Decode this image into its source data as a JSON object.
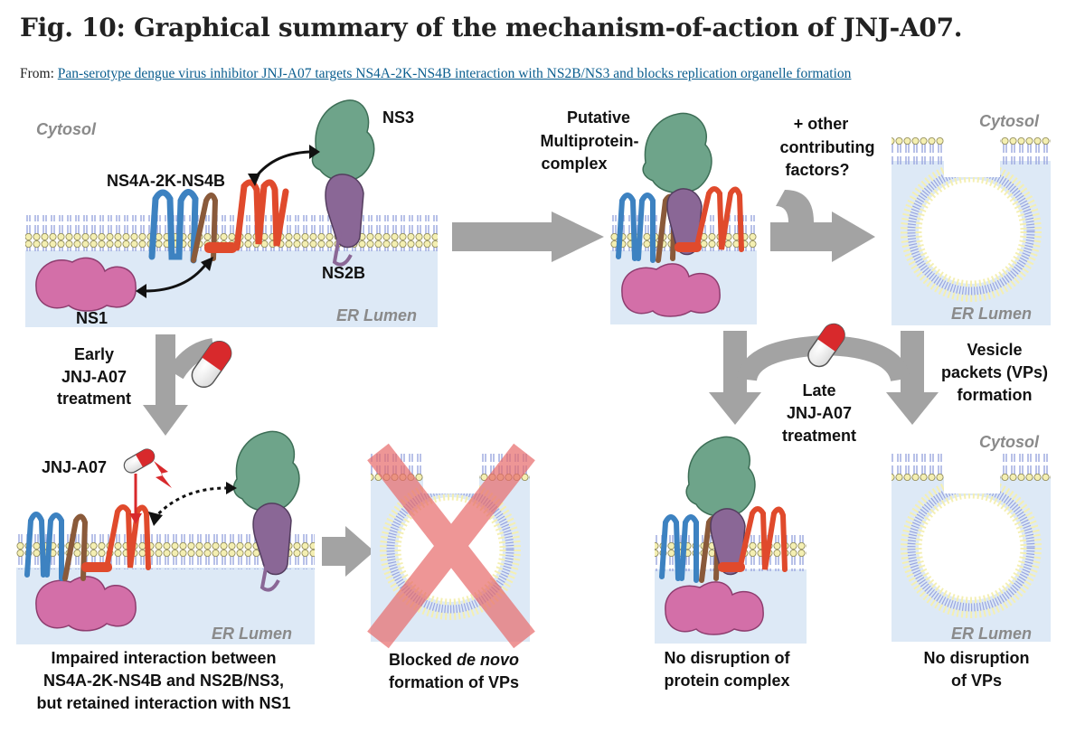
{
  "figure": {
    "title": "Fig. 10: Graphical summary of the mechanism-of-action of JNJ-A07.",
    "from_label": "From:",
    "source_link": "Pan-serotype dengue virus inhibitor JNJ-A07 targets NS4A-2K-NS4B interaction with NS2B/NS3 and blocks replication organelle formation"
  },
  "colors": {
    "lumen_bg": "#dde9f6",
    "lipid_head": "#f4efb2",
    "lipid_tail": "#9aa6df",
    "ns1": "#d36fa8",
    "ns3": "#6ea48a",
    "ns2b": "#8a6796",
    "ns4a_blue": "#3d82c1",
    "ns4b_red": "#e04a2c",
    "arrow_grey": "#a3a3a3",
    "cross_red": "#e86b6b",
    "pill_red": "#d8292c"
  },
  "labels": {
    "cytosol_1": "Cytosol",
    "er_lumen_1": "ER Lumen",
    "ns3_1": "NS3",
    "ns4a_2k_ns4b": "NS4A-2K-NS4B",
    "ns2b_1": "NS2B",
    "ns1": "NS1",
    "putative_1": "Putative",
    "putative_2": "Multiprotein-",
    "putative_3": "complex",
    "other_1": "+ other",
    "other_2": "contributing",
    "other_3": "factors?",
    "cytosol_2": "Cytosol",
    "er_lumen_2": "ER Lumen",
    "early_1": "Early",
    "early_2": "JNJ-A07",
    "early_3": "treatment",
    "jnj_a07": "JNJ-A07",
    "er_lumen_3": "ER Lumen",
    "impaired_1": "Impaired interaction between",
    "impaired_2": "NS4A-2K-NS4B and NS2B/NS3,",
    "impaired_3": "but retained interaction with NS1",
    "blocked_1a": "Blocked ",
    "blocked_1b": "de novo",
    "blocked_2": "formation of VPs",
    "late_1": "Late",
    "late_2": "JNJ-A07",
    "late_3": "treatment",
    "vesicle_1": "Vesicle",
    "vesicle_2": "packets (VPs)",
    "vesicle_3": "formation",
    "cytosol_3": "Cytosol",
    "er_lumen_4": "ER Lumen",
    "no_disrupt_pc_1": "No disruption of",
    "no_disrupt_pc_2": "protein complex",
    "no_disrupt_vp_1": "No disruption",
    "no_disrupt_vp_2": "of VPs"
  }
}
